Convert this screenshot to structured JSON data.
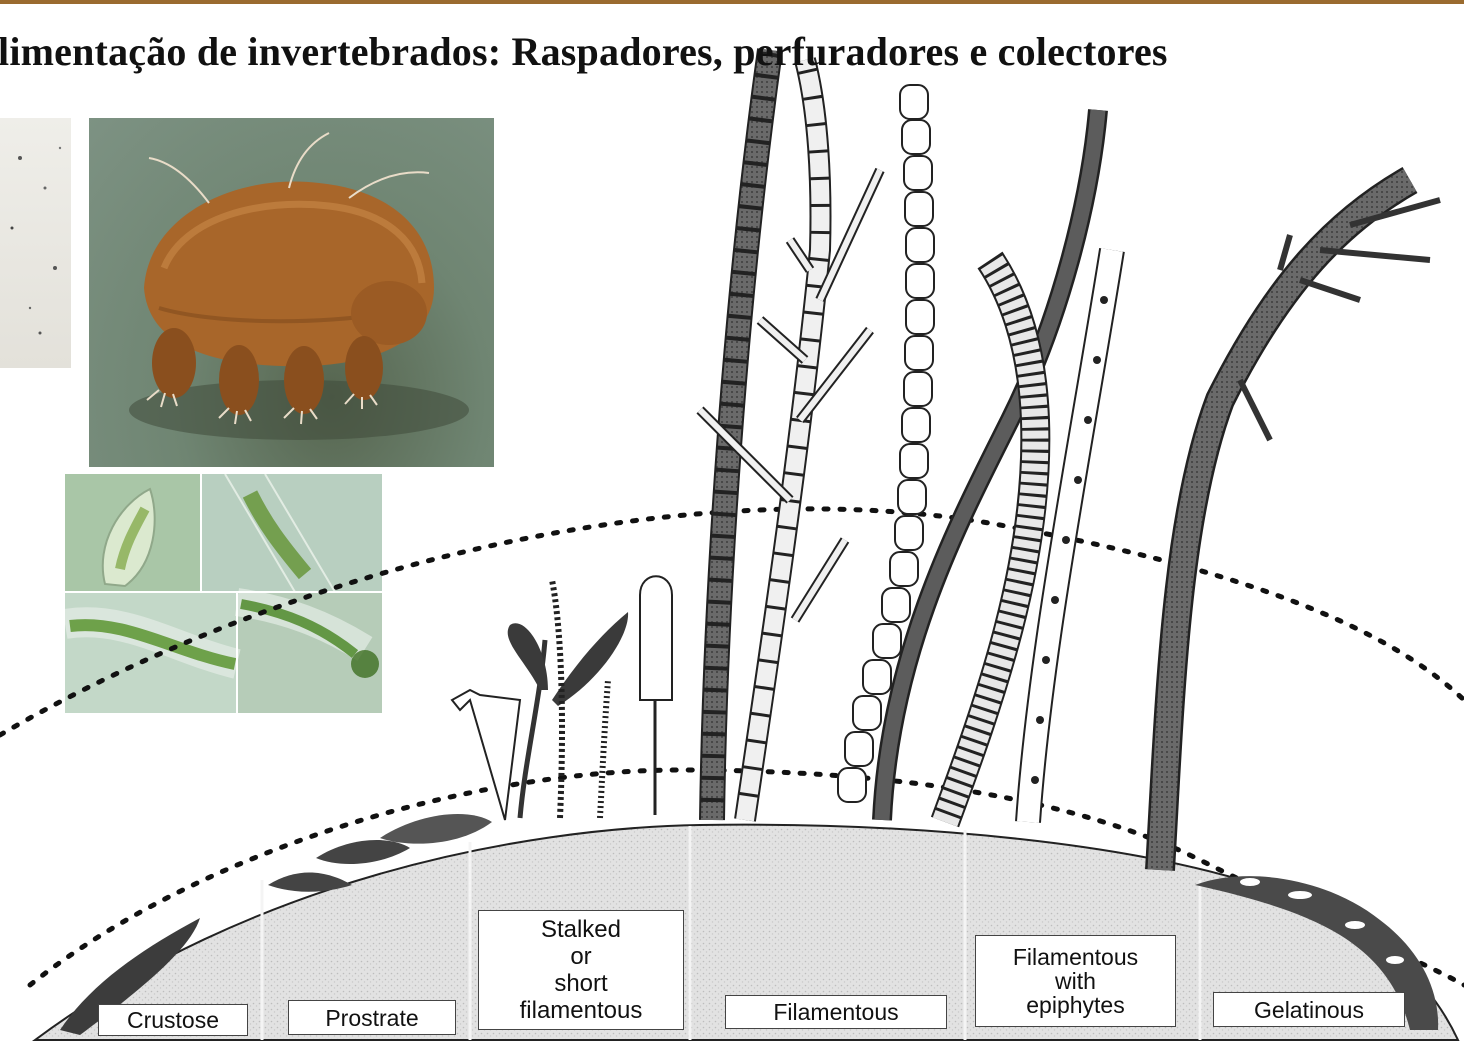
{
  "slide": {
    "title": "limentação de invertebrados: Raspadores,  perfuradores e colectores",
    "accent_color": "#9a6b2f"
  },
  "photos": [
    {
      "name": "microscope-photo-left"
    },
    {
      "name": "tardigrade-photo"
    },
    {
      "name": "ciliate-grid-photo"
    }
  ],
  "diagram": {
    "growth_forms": [
      "Crustose",
      "Prostrate",
      "Stalked\nor\nshort\nfilamentous",
      "Filamentous",
      "Filamentous\nwith\nepiphytes",
      "Gelatinous"
    ]
  }
}
